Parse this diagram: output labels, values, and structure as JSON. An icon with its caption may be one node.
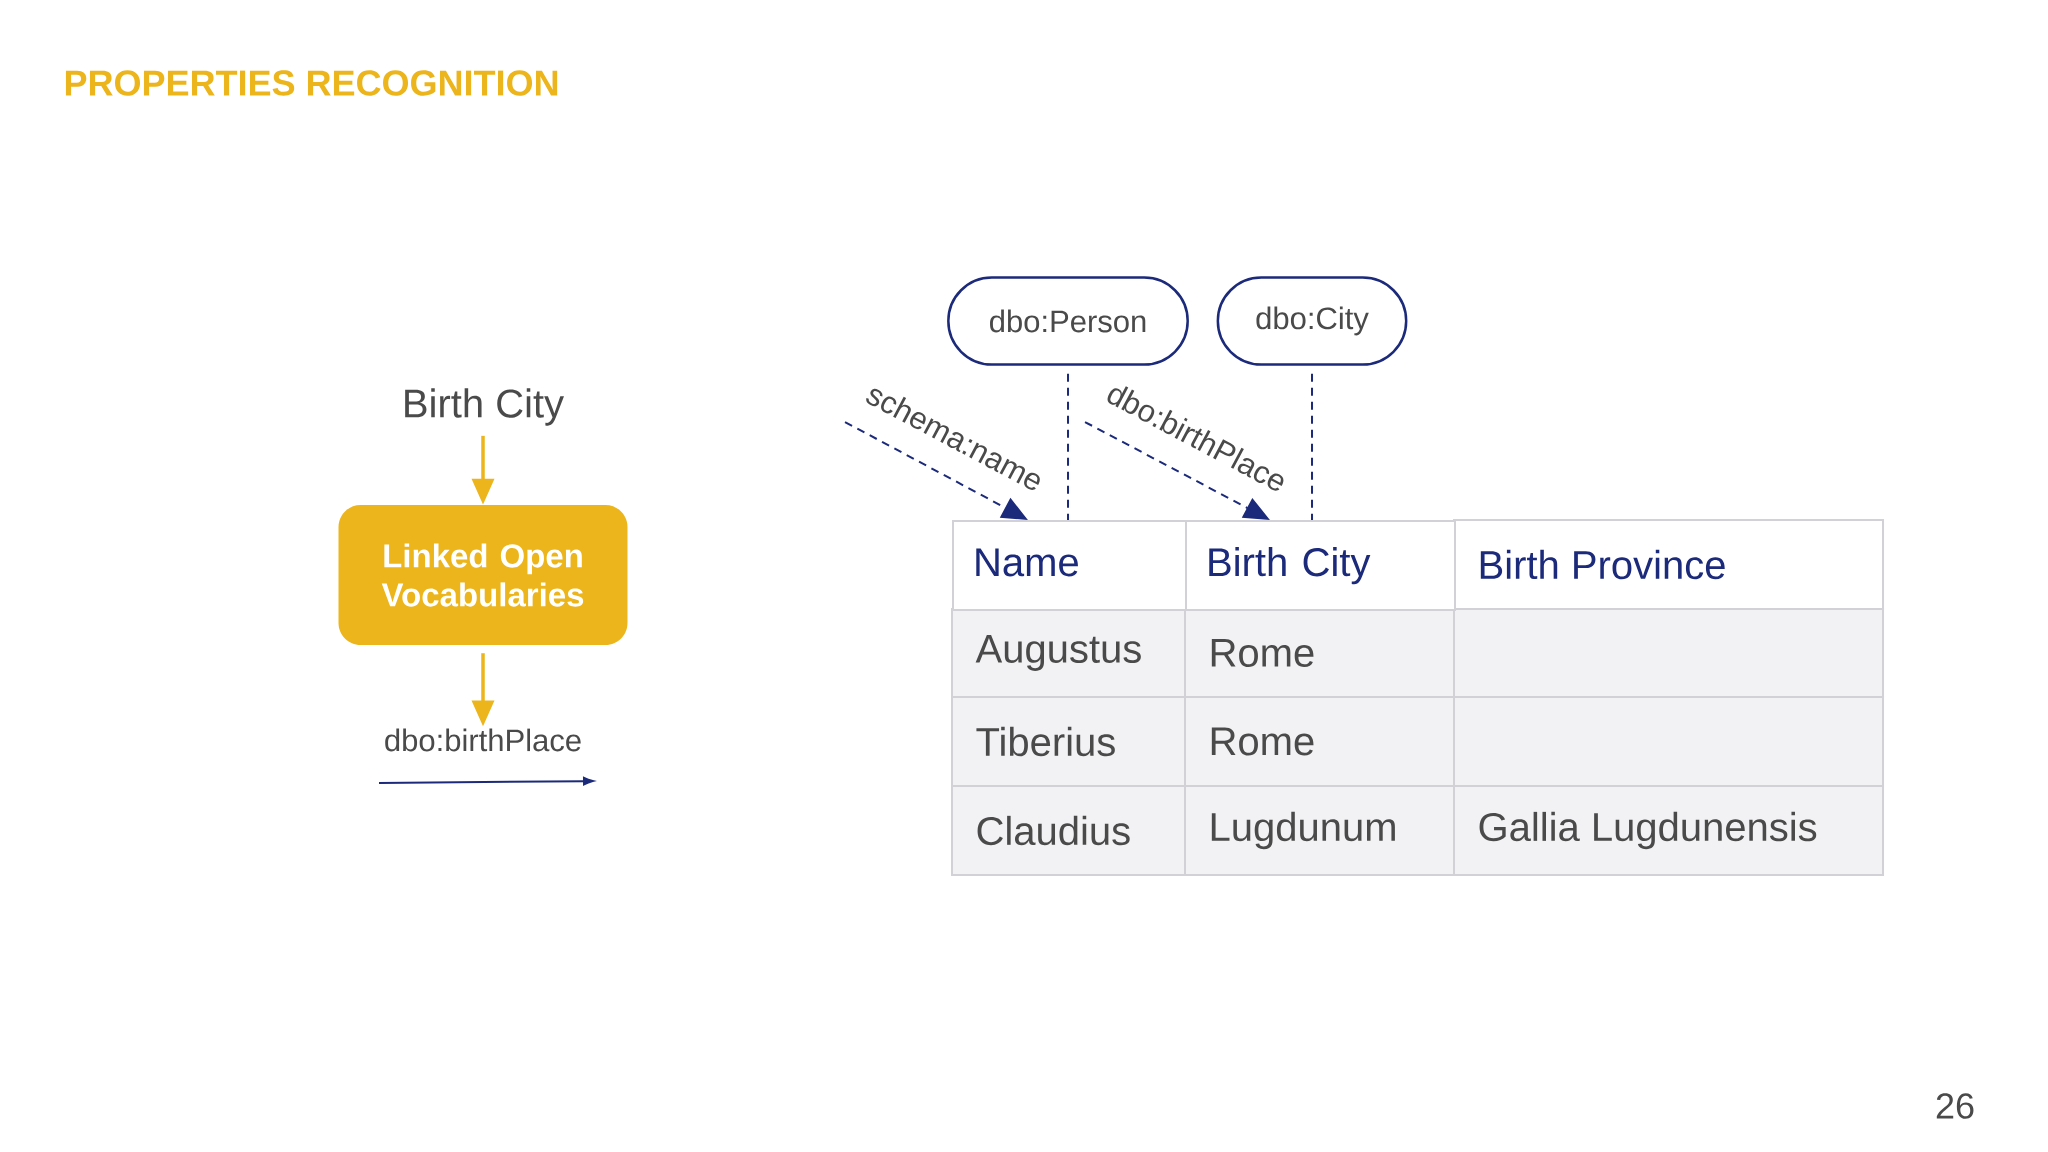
{
  "diagram": {
    "title": "PROPERTIES RECOGNITION",
    "nodes": [
      {
        "text": [
          "Birth City"
        ]
      },
      {
        "text": [
          "Linked Open Vocabularies"
        ]
      },
      {
        "text": [
          "dbo:birthPlace"
        ]
      },
      {
        "text": [
          "dbo:Person"
        ]
      },
      {
        "text": [
          "dbo:City"
        ]
      },
      {
        "text": [
          "Name"
        ]
      },
      {
        "text": [
          "Birth City"
        ]
      }
    ],
    "edges": [
      {
        "from": 0,
        "to": 1,
        "arrow": "to",
        "color": "#edb51c"
      },
      {
        "from": 1,
        "to": 2,
        "arrow": "to",
        "color": "#edb51c"
      },
      {
        "from": 3,
        "to": 5,
        "arrow": "none",
        "style": "dashed"
      },
      {
        "from": 4,
        "to": 6,
        "arrow": "none",
        "style": "dashed"
      },
      {
        "from": null,
        "to": 5,
        "arrow": "to",
        "style": "dashed",
        "label": "schema:name"
      },
      {
        "from": null,
        "to": 6,
        "arrow": "to",
        "style": "dashed",
        "label": "dbo:birthPlace"
      }
    ],
    "labels": [
      "Birth Province",
      "Augustus",
      "Rome",
      "Tiberius",
      "Rome",
      "Claudius",
      "Lugdunum",
      "Gallia Lugdunensis",
      "26"
    ]
  }
}
